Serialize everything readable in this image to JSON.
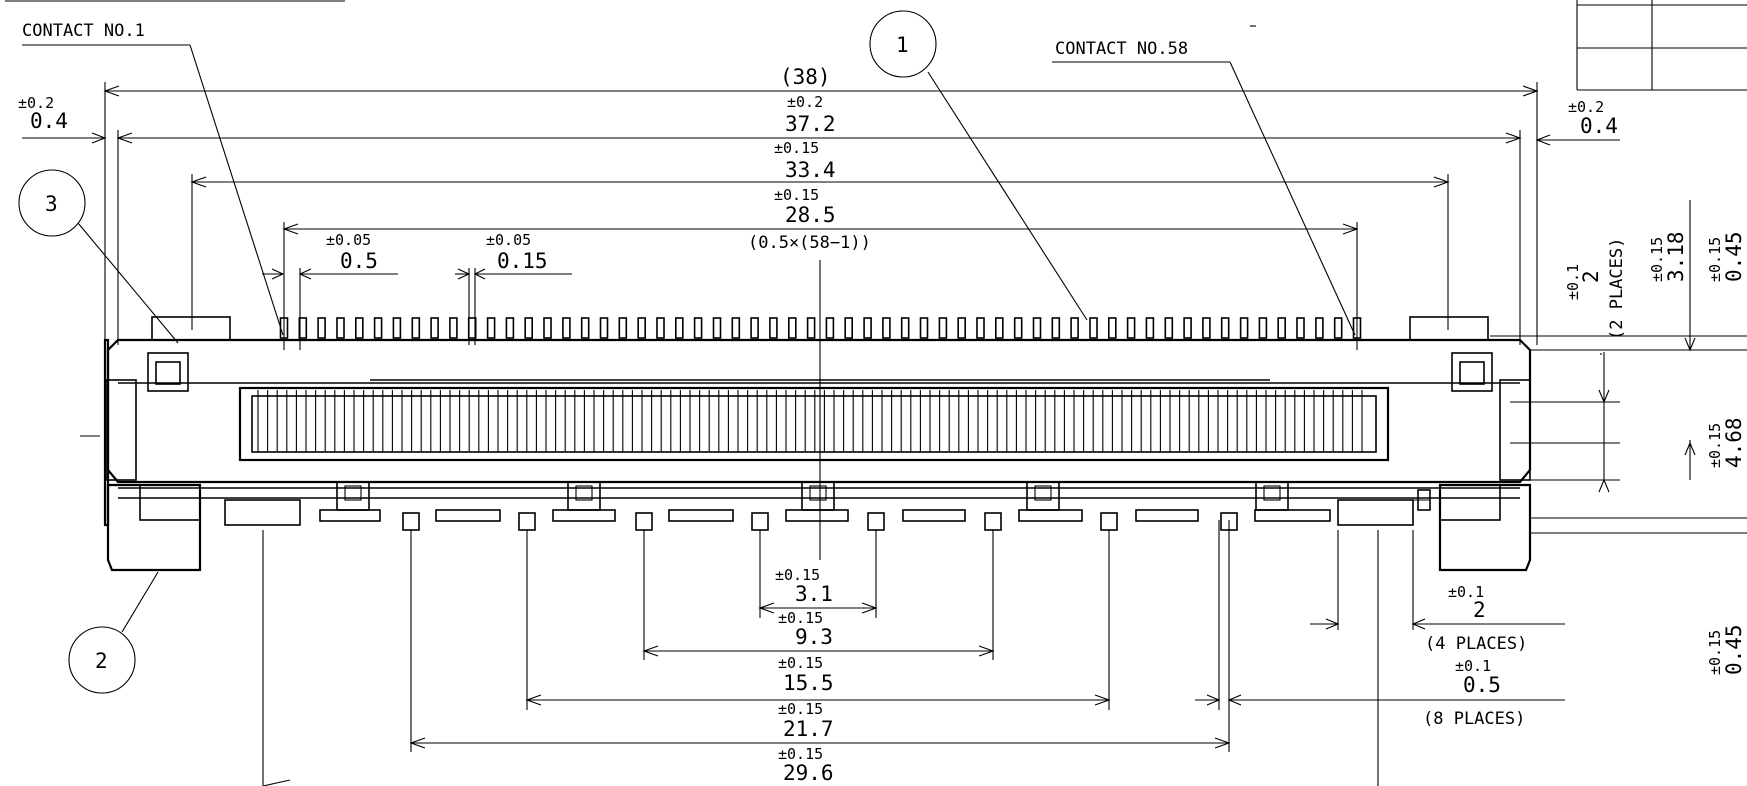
{
  "labels": {
    "contact_first": "CONTACT NO.1",
    "contact_last": "CONTACT NO.58"
  },
  "balloons": [
    "1",
    "2",
    "3"
  ],
  "dims": {
    "overall": {
      "value": "(38)"
    },
    "body": {
      "tol": "±0.2",
      "value": "37.2"
    },
    "housing": {
      "tol": "±0.15",
      "value": "33.4"
    },
    "pitch_span": {
      "tol": "±0.15",
      "value": "28.5",
      "note": "(0.5×(58−1))"
    },
    "pitch": {
      "tol": "±0.05",
      "value": "0.5"
    },
    "contact_width": {
      "tol": "±0.05",
      "value": "0.15"
    },
    "left_end": {
      "tol": "±0.2",
      "value": "0.4"
    },
    "right_end": {
      "tol": "±0.2",
      "value": "0.4"
    },
    "height_2": {
      "tol": "±0.1",
      "value": "2",
      "note": "(2 PLACES)"
    },
    "height_318": {
      "tol": "±0.15",
      "value": "3.18"
    },
    "height_045a": {
      "tol": "±0.15",
      "value": "0.45"
    },
    "height_468": {
      "tol": "±0.15",
      "value": "4.68"
    },
    "height_045b": {
      "tol": "±0.15",
      "value": "0.45"
    },
    "post_31": {
      "tol": "±0.15",
      "value": "3.1"
    },
    "post_93": {
      "tol": "±0.15",
      "value": "9.3"
    },
    "post_155": {
      "tol": "±0.15",
      "value": "15.5"
    },
    "post_217": {
      "tol": "±0.15",
      "value": "21.7"
    },
    "post_296": {
      "tol": "±0.15",
      "value": "29.6"
    },
    "tab_2": {
      "tol": "±0.1",
      "value": "2",
      "note": "(4 PLACES)"
    },
    "tab_05": {
      "tol": "±0.1",
      "value": "0.5",
      "note": "(8 PLACES)"
    }
  }
}
